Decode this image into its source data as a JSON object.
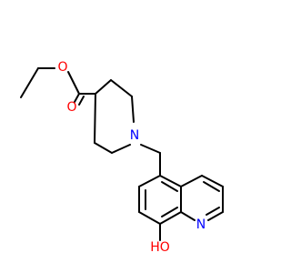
{
  "molecule": {
    "atoms": {
      "o_carbonyl": {
        "symbol": "O",
        "color": "#ff0000"
      },
      "o_ester": {
        "symbol": "O",
        "color": "#ff0000"
      },
      "n_piperidine": {
        "symbol": "N",
        "color": "#0000ff"
      },
      "n_quinoline": {
        "symbol": "N",
        "color": "#0000ff"
      },
      "oh": {
        "symbol": "HO",
        "color": "#ff0000"
      }
    }
  }
}
